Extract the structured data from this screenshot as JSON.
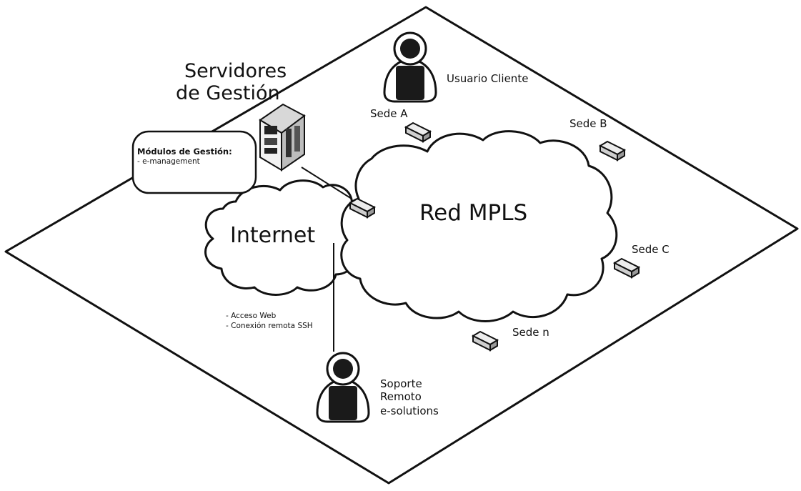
{
  "colors": {
    "stroke": "#111111",
    "fill": "#ffffff",
    "device": "#e6e6e6",
    "avatar": "#1a1a1a"
  },
  "labels": {
    "servers_title_line1": "Servidores",
    "servers_title_line2": "de Gestión",
    "modules_box_title": "Módulos de Gestión:",
    "modules_box_item": "- e-management",
    "user_client": "Usuario Cliente",
    "site_a": "Sede A",
    "site_b": "Sede B",
    "site_c": "Sede C",
    "site_n": "Sede n",
    "internet_cloud": "Internet",
    "mpls_cloud": "Red MPLS",
    "access_line1": "- Acceso Web",
    "access_line2": "- Conexión remota SSH",
    "support_line1": "Soporte",
    "support_line2": "Remoto",
    "support_line3": "e-solutions"
  },
  "icons": [
    "user-icon",
    "server-icon",
    "router-icon",
    "cloud-icon"
  ]
}
